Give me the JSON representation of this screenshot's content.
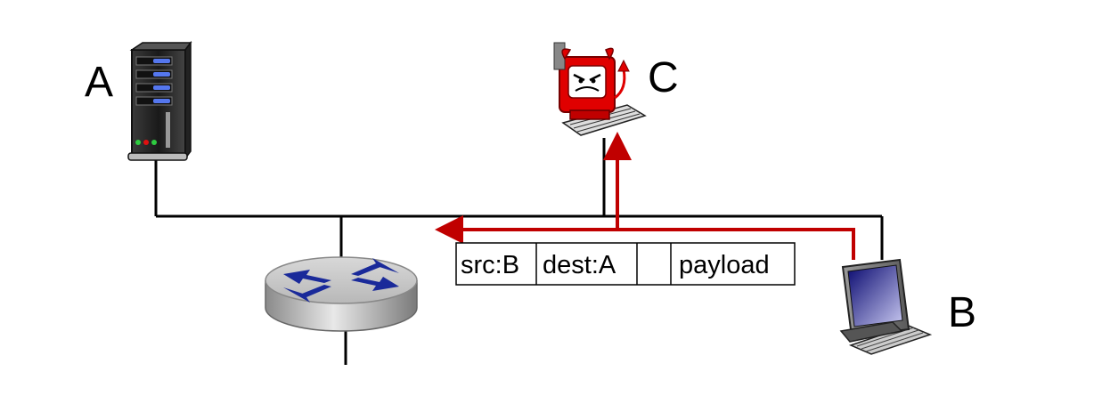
{
  "nodes": {
    "a": {
      "label": "A"
    },
    "b": {
      "label": "B"
    },
    "c": {
      "label": "C"
    }
  },
  "packet": {
    "fields": [
      "src:B",
      "dest:A",
      "",
      "payload"
    ]
  },
  "colors": {
    "link": "#000000",
    "traffic": "#c00000",
    "server_led_green": "#2ecc40",
    "server_led_red": "#e01010",
    "attacker_red": "#e00000",
    "router_blue": "#1a2a9a",
    "screen_blue": "#2020a0"
  }
}
